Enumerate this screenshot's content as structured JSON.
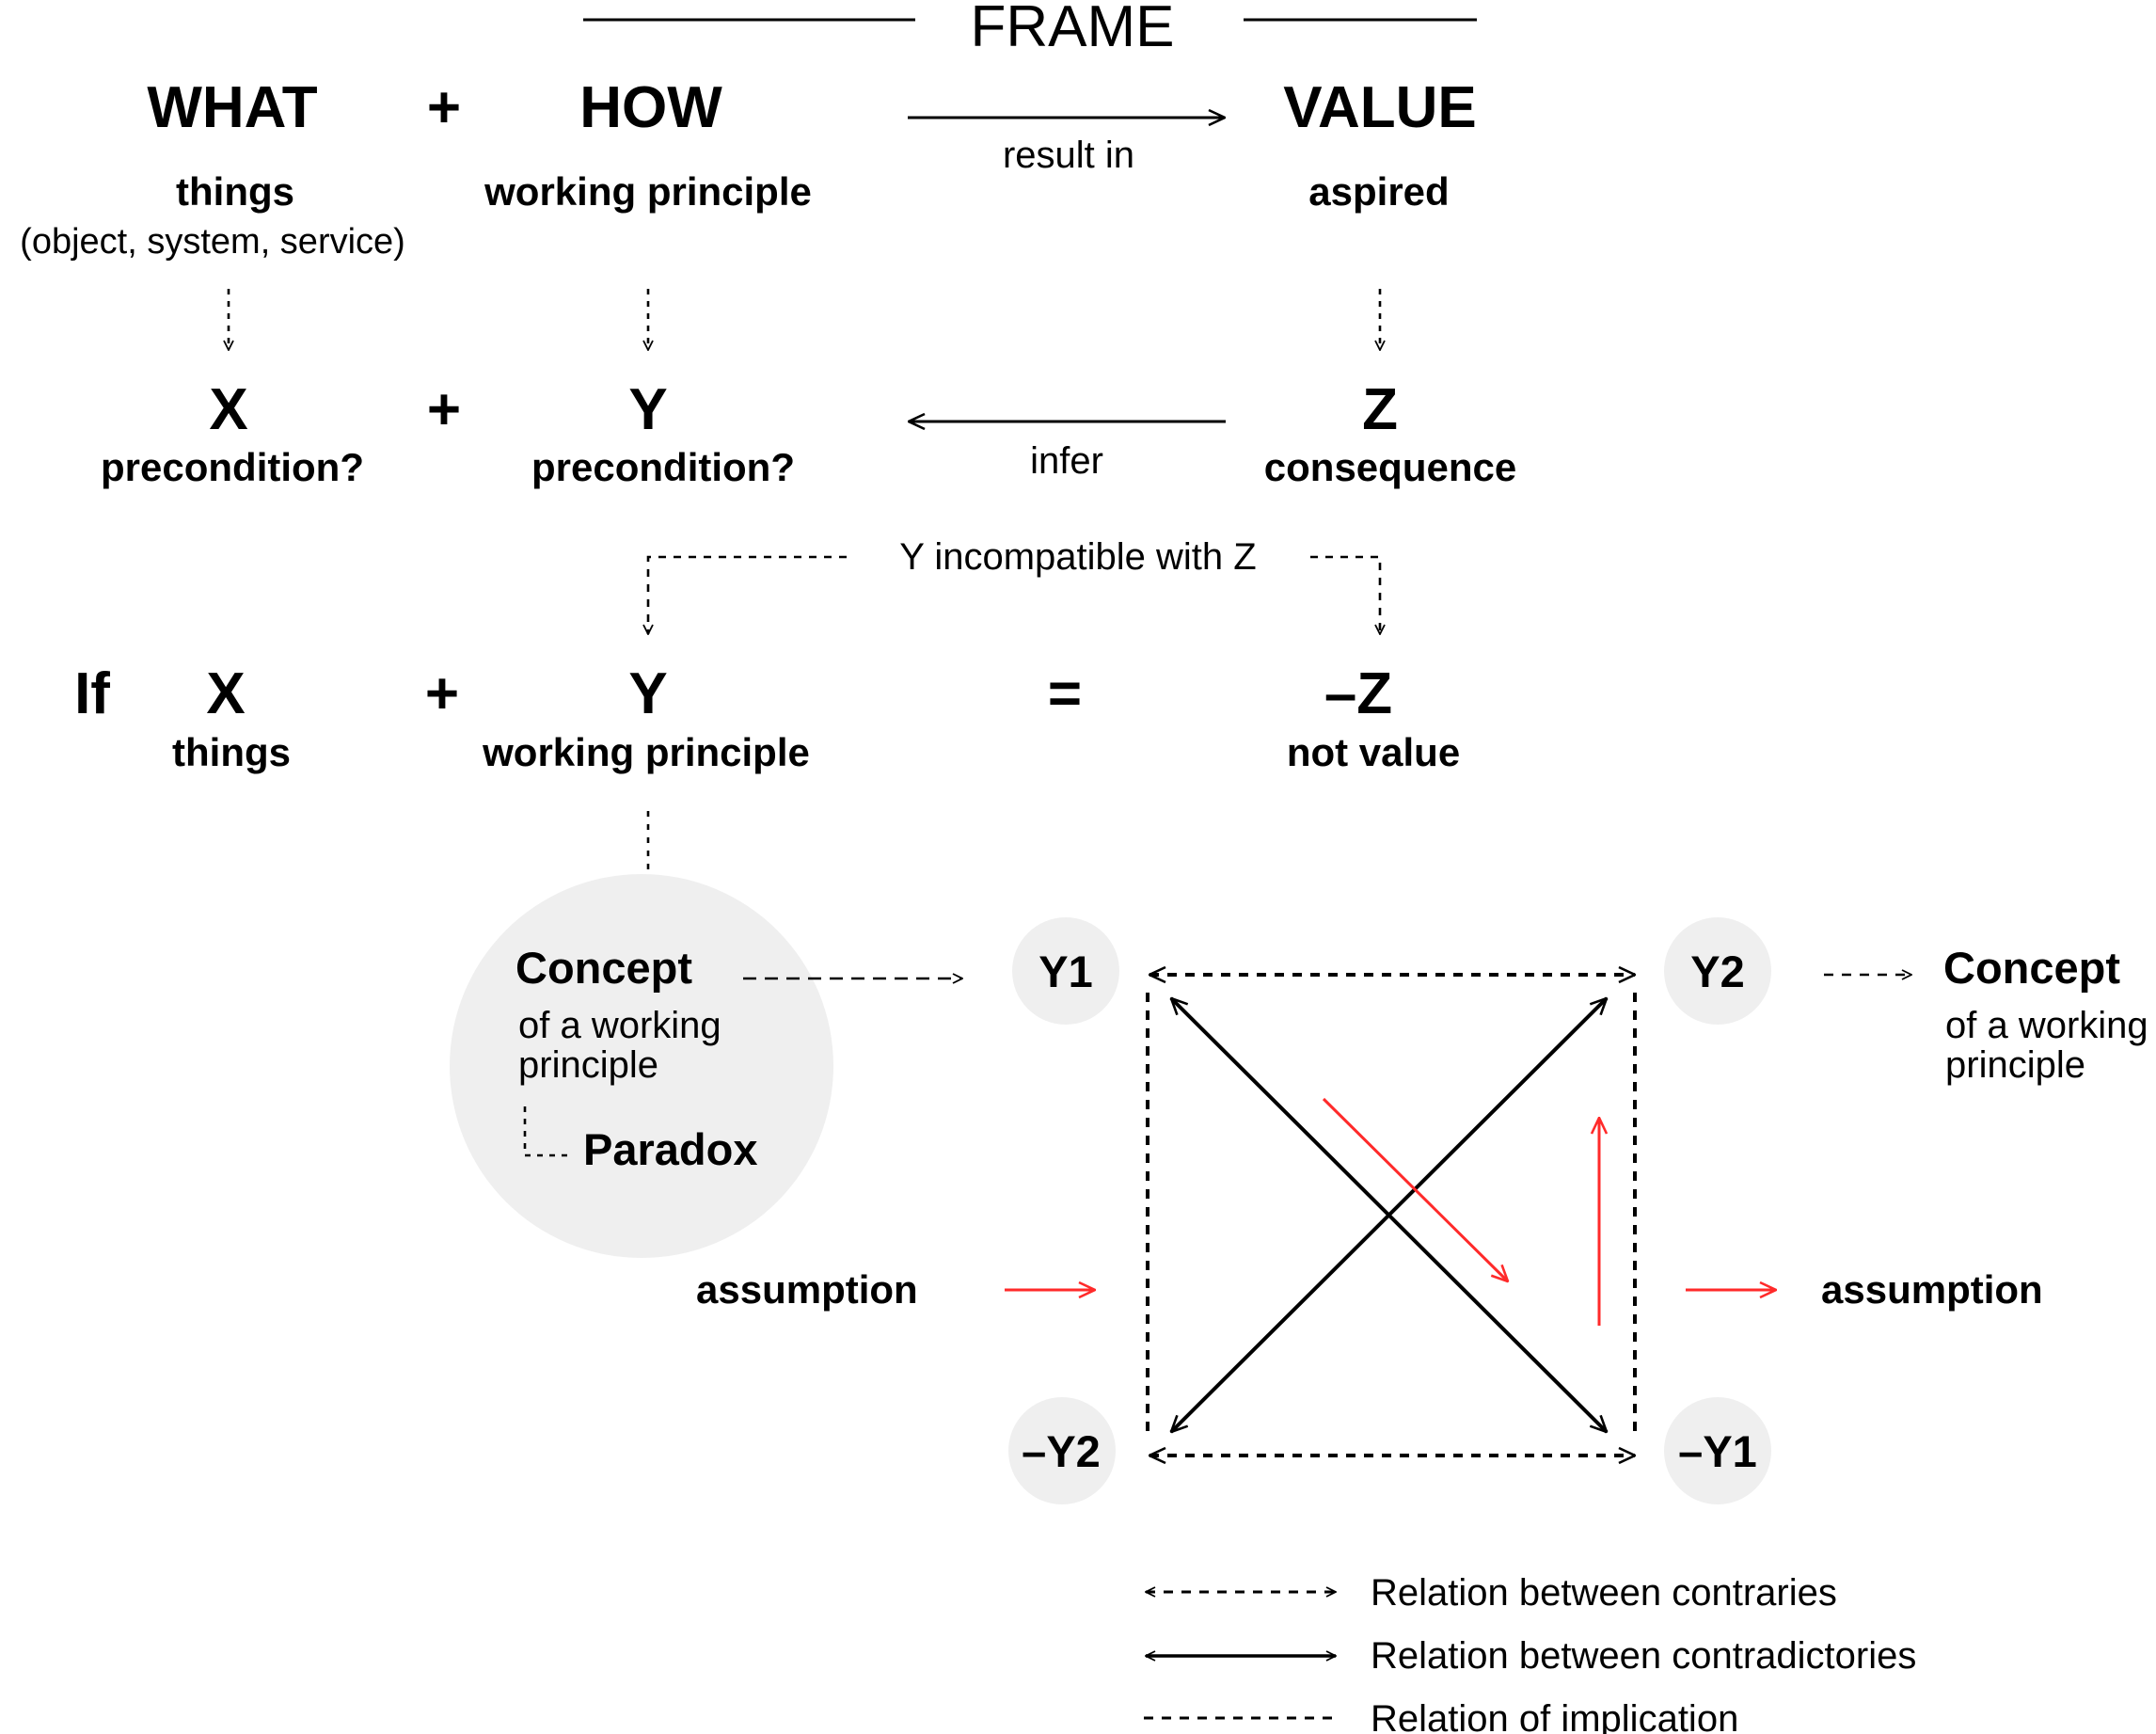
{
  "frame_label": "FRAME",
  "top_row": {
    "what": "WHAT",
    "plus": "+",
    "how": "HOW",
    "value": "VALUE",
    "result_in": "result in",
    "things": "things",
    "things_detail": "(object, system, service)",
    "working_principle": "working principle",
    "aspired": "aspired"
  },
  "middle_row": {
    "x": "X",
    "plus": "+",
    "y": "Y",
    "z": "Z",
    "infer": "infer",
    "x_sub": "precondition?",
    "y_sub": "precondition?",
    "z_sub": "consequence",
    "incompatible": "Y incompatible with Z"
  },
  "if_row": {
    "if": "If",
    "x": "X",
    "plus": "+",
    "y": "Y",
    "equals": "=",
    "neg_z": "–Z",
    "x_sub": "things",
    "y_sub": "working principle",
    "neg_z_sub": "not value"
  },
  "concept_left": {
    "title": "Concept",
    "line1": "of a working",
    "line2": "principle",
    "paradox": "Paradox"
  },
  "concept_right": {
    "title": "Concept",
    "line1": "of a working",
    "line2": "principle"
  },
  "square": {
    "y1": "Y1",
    "y2": "Y2",
    "neg_y2": "–Y2",
    "neg_y1": "–Y1",
    "assumption_left": "assumption",
    "assumption_right": "assumption"
  },
  "legend": [
    {
      "label": "Relation between contraries"
    },
    {
      "label": "Relation between contradictories"
    },
    {
      "label": "Relation of implication"
    }
  ],
  "colors": {
    "accent_red": "#ff2a2a",
    "circle_fill": "#efefef",
    "ink": "#000000"
  }
}
